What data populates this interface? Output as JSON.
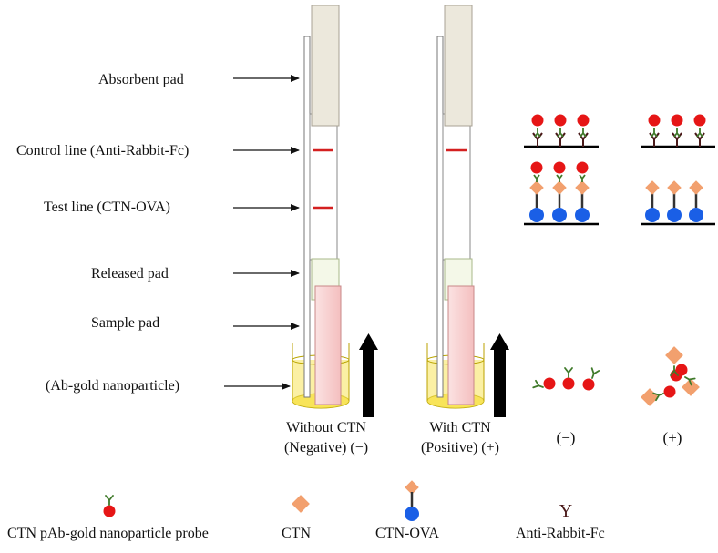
{
  "labels": {
    "absorbent_pad": "Absorbent pad",
    "control_line": "Control line (Anti-Rabbit-Fc)",
    "test_line": "Test line (CTN-OVA)",
    "released_pad": "Released pad",
    "sample_pad": "Sample pad",
    "ab_gold": "(Ab-gold nanoparticle)"
  },
  "strips": {
    "negative": {
      "line1": "Without CTN",
      "line2": "(Negative) (−)"
    },
    "positive": {
      "line1": "With CTN",
      "line2": "(Positive) (+)"
    }
  },
  "panels": {
    "negative": "(−)",
    "positive": "(+)"
  },
  "legend": {
    "probe": "CTN pAb-gold nanoparticle probe",
    "ctn": "CTN",
    "ctn_ova": "CTN-OVA",
    "anti_rabbit": "Anti-Rabbit-Fc",
    "anti_rabbit_glyph": "Y"
  },
  "colors": {
    "gold": "#e61616",
    "ovalbumin": "#1a5fe6",
    "ctn": "#f2a06e",
    "antibody": "#3f7a2a",
    "anti_rabbit": "#4a1a1a",
    "red_line": "#d42020",
    "sample_pad": "#f9d3d3",
    "absorbent_pad": "#ece8dc",
    "buffer": "#f8e45a"
  }
}
